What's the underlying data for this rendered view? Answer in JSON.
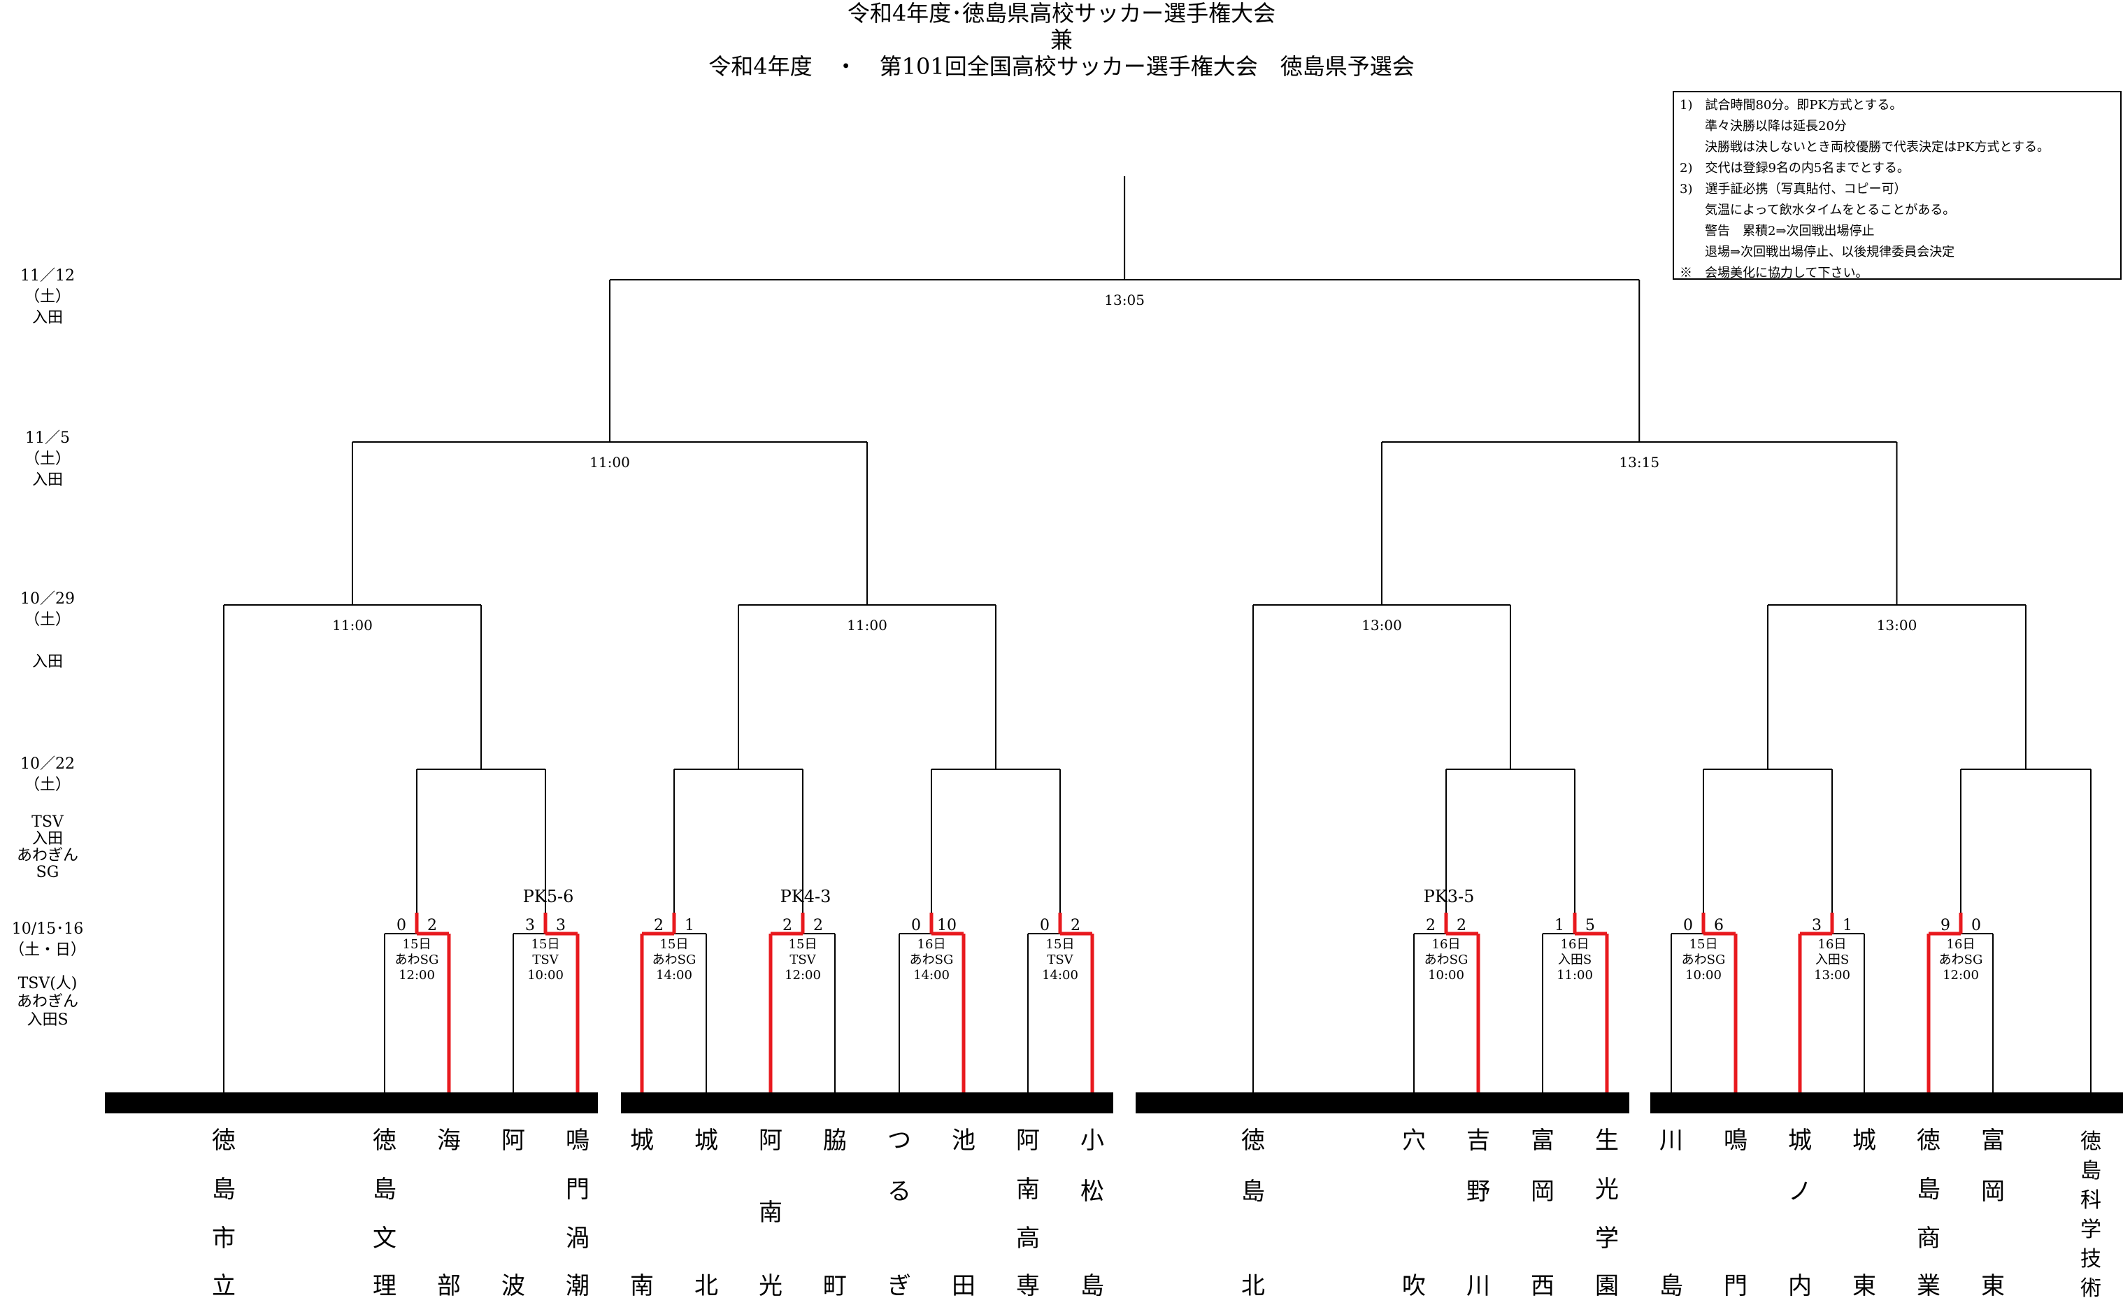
{
  "title": {
    "line1": "令和4年度･徳島県高校サッカー選手権大会",
    "line2": "兼",
    "line3": "令和4年度　・　第101回全国高校サッカー選手権大会　徳島県予選会"
  },
  "notes": [
    "1)　試合時間80分。即PK方式とする。",
    "　　準々決勝以降は延長20分",
    "　　決勝戦は決しないとき両校優勝で代表決定はPK方式とする。",
    "2)　交代は登録9名の内5名までとする。",
    "3)　選手証必携（写真貼付、コピー可）",
    "　　気温によって飲水タイムをとることがある。",
    "　　警告　累積2⇒次回戦出場停止",
    "　　退場⇒次回戦出場停止、以後規律委員会決定",
    "※　会場美化に協力して下さい。"
  ],
  "rounds": [
    {
      "lines": [
        "11／12",
        "（土）",
        "入田"
      ]
    },
    {
      "lines": [
        "11／5",
        "（土）",
        "入田"
      ]
    },
    {
      "lines": [
        "10／29",
        "（土）",
        "",
        "入田"
      ]
    },
    {
      "lines": [
        "10／22",
        "（土）",
        "",
        "TSV",
        "入田",
        "あわぎんSG"
      ]
    },
    {
      "lines": [
        "10/15･16",
        "（土・日）",
        "",
        "TSV(人)",
        "あわぎん",
        "入田S"
      ]
    }
  ],
  "teams": [
    "徳島市立",
    "徳島文理",
    "海部",
    "阿波",
    "鳴門渦潮",
    "城南",
    "城北",
    "阿南光",
    "脇町",
    "つるぎ",
    "池田",
    "阿南高専",
    "小松島",
    "徳島北",
    "穴吹",
    "吉野川",
    "富岡西",
    "生光学園",
    "川島",
    "鳴門",
    "城ノ内",
    "城東",
    "徳島商業",
    "富岡東",
    "徳島科学技術"
  ],
  "first_round": [
    {
      "info": [
        "15日",
        "あわSG",
        "12:00"
      ],
      "score_left": "0",
      "score_right": "2",
      "pk": ""
    },
    {
      "info": [
        "15日",
        "TSV",
        "10:00"
      ],
      "score_left": "3",
      "score_right": "3",
      "pk": "PK5-6"
    },
    {
      "info": [
        "15日",
        "あわSG",
        "14:00"
      ],
      "score_left": "2",
      "score_right": "1",
      "pk": ""
    },
    {
      "info": [
        "15日",
        "TSV",
        "12:00"
      ],
      "score_left": "2",
      "score_right": "2",
      "pk": "PK4-3"
    },
    {
      "info": [
        "16日",
        "あわSG",
        "14:00"
      ],
      "score_left": "0",
      "score_right": "10",
      "pk": ""
    },
    {
      "info": [
        "15日",
        "TSV",
        "14:00"
      ],
      "score_left": "0",
      "score_right": "2",
      "pk": ""
    },
    {
      "info": [
        "16日",
        "あわSG",
        "10:00"
      ],
      "score_left": "2",
      "score_right": "2",
      "pk": "PK3-5"
    },
    {
      "info": [
        "16日",
        "入田S",
        "11:00"
      ],
      "score_left": "1",
      "score_right": "5",
      "pk": ""
    },
    {
      "info": [
        "15日",
        "あわSG",
        "10:00"
      ],
      "score_left": "0",
      "score_right": "6",
      "pk": ""
    },
    {
      "info": [
        "16日",
        "入田S",
        "13:00"
      ],
      "score_left": "3",
      "score_right": "1",
      "pk": ""
    },
    {
      "info": [
        "16日",
        "あわSG",
        "12:00"
      ],
      "score_left": "9",
      "score_right": "0",
      "pk": ""
    }
  ],
  "match_times": {
    "final": "13:05",
    "semi_left": "11:00",
    "semi_right": "13:15",
    "qf1": "11:00",
    "qf2": "11:00",
    "qf3": "13:00",
    "qf4": "13:00"
  },
  "colors": {
    "line": "#000000",
    "winner": "#e8191e",
    "bar": "#000000"
  }
}
